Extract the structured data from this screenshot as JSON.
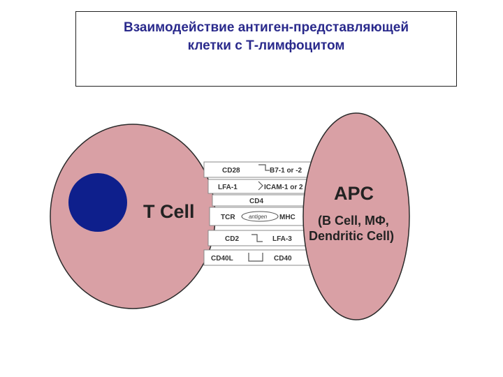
{
  "title": {
    "line1": "Взаимодействие антиген-представляющей",
    "line2": "клетки с Т-лимфоцитом"
  },
  "colors": {
    "title_text": "#2a2a8c",
    "cell_fill": "#d9a0a5",
    "cell_stroke": "#2a2a2a",
    "nucleus": "#0e1f8c",
    "band_fill": "#ffffff",
    "band_stroke": "#888888"
  },
  "t_cell": {
    "label": "T Cell"
  },
  "apc": {
    "label": "APC",
    "sub1": "(B Cell, MΦ,",
    "sub2": "Dendritic Cell)"
  },
  "interactions": [
    {
      "left": "CD28",
      "right": "B7-1 or -2"
    },
    {
      "left": "LFA-1",
      "right": "ICAM-1 or 2"
    },
    {
      "left": "CD4",
      "right": ""
    },
    {
      "left": "TCR",
      "middle": "antigen",
      "right": "MHC"
    },
    {
      "left": "CD2",
      "right": "LFA-3"
    },
    {
      "left": "CD40L",
      "right": "CD40"
    }
  ]
}
